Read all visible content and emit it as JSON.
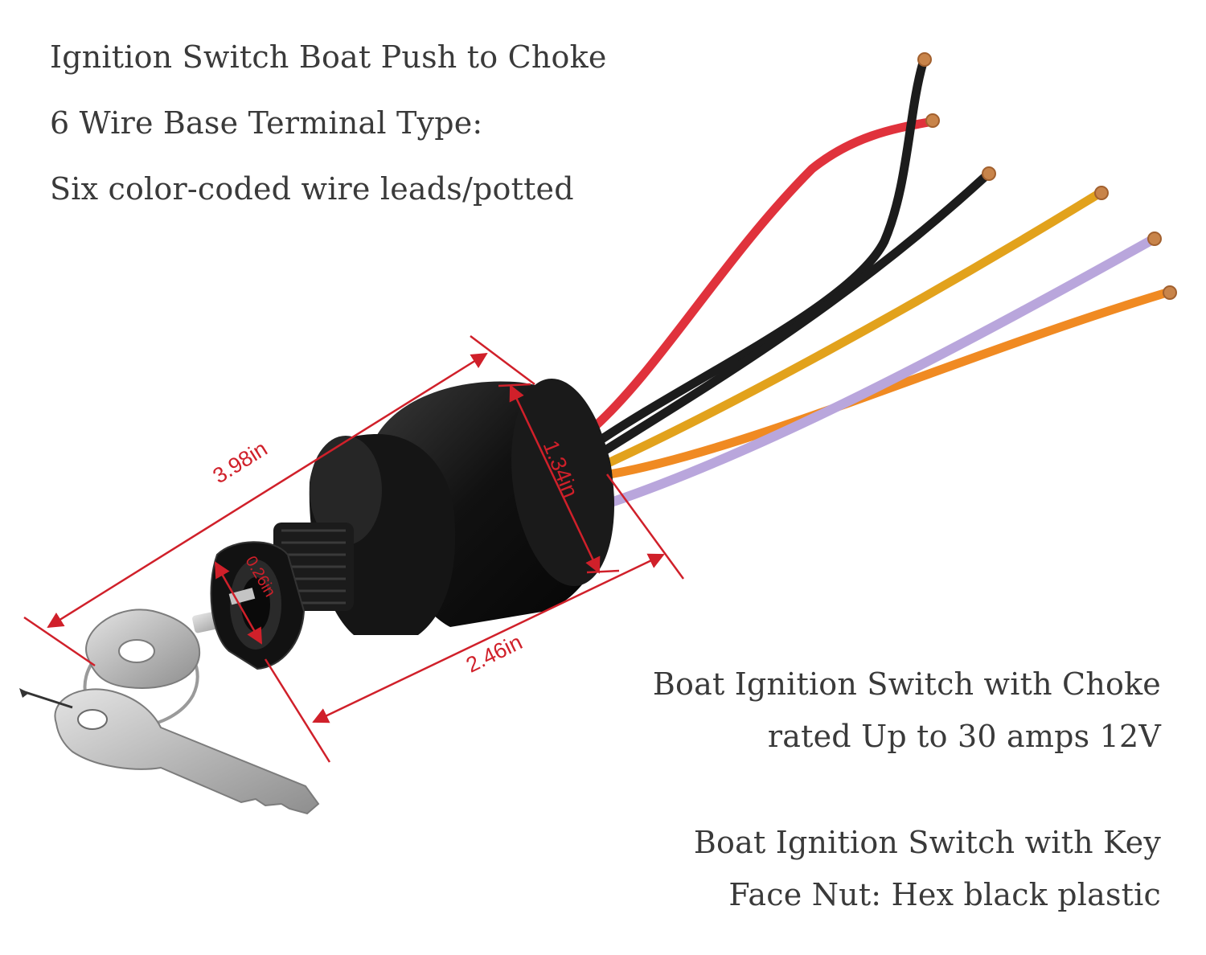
{
  "texts": {
    "top_line1": "Ignition Switch Boat Push to Choke",
    "top_line2": "6 Wire Base Terminal Type:",
    "top_line3": "Six color-coded wire leads/potted",
    "bottom_line1": "Boat Ignition Switch with Choke",
    "bottom_line2": "rated Up to 30 amps 12V",
    "bottom_line3": "Boat Ignition Switch with Key",
    "bottom_line4": "Face Nut: Hex black plastic"
  },
  "dimensions": {
    "length": "3.98in",
    "diameter": "1.34in",
    "body_length": "2.46in",
    "shaft": "0.26in"
  },
  "colors": {
    "dimension": "#d0202a",
    "text": "#3a3a3a",
    "wire_red": "#e0323c",
    "wire_black": "#1c1c1c",
    "wire_yellow": "#e2a21c",
    "wire_purple": "#b9a6dc",
    "wire_orange": "#f08a22",
    "body": "#0e0e0e",
    "key": "#c2c2c2"
  }
}
